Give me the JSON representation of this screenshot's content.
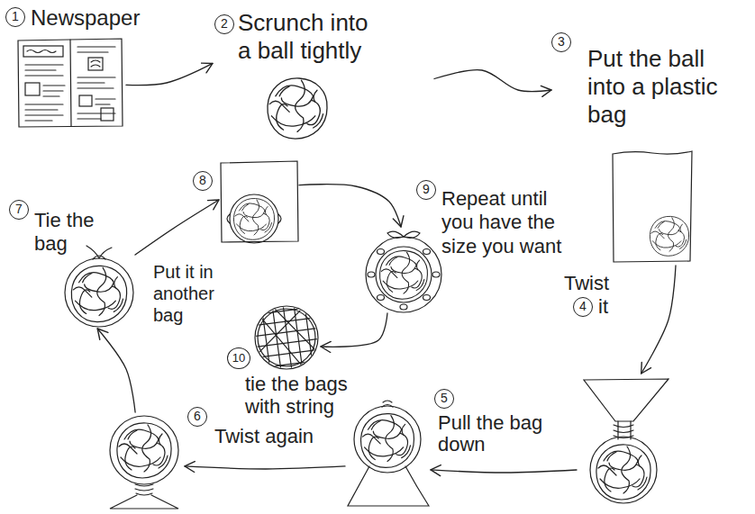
{
  "diagram": {
    "nodes": [
      {
        "text": [
          "1",
          "Newspaper"
        ]
      },
      {
        "text": [
          "2",
          "Scrunch into a ball tightly"
        ]
      },
      {
        "text": [
          "3",
          "Put the ball into a plastic bag"
        ]
      },
      {
        "text": [
          "Twist",
          "4",
          "it"
        ]
      },
      {
        "text": [
          "5",
          "Pull the bag down"
        ]
      },
      {
        "text": [
          "6",
          "Twist again"
        ]
      },
      {
        "text": [
          "7",
          "Tie the bag"
        ]
      },
      {
        "text": [
          "8",
          "Put it in another bag"
        ]
      },
      {
        "text": [
          "9",
          "Repeat until you have the size you want"
        ]
      },
      {
        "text": [
          "10",
          "tie the bags with string"
        ]
      }
    ],
    "edges": [
      {
        "from": 0,
        "to": 1,
        "arrow": "to"
      },
      {
        "from": 1,
        "to": 2,
        "arrow": "to"
      },
      {
        "from": 2,
        "to": 3,
        "arrow": "to"
      },
      {
        "from": 3,
        "to": 4,
        "arrow": "to"
      },
      {
        "from": 4,
        "to": 5,
        "arrow": "to"
      },
      {
        "from": 5,
        "to": 6,
        "arrow": "to"
      },
      {
        "from": 6,
        "to": 7,
        "arrow": "to"
      },
      {
        "from": 7,
        "to": 8,
        "arrow": "to"
      },
      {
        "from": 8,
        "to": 9,
        "arrow": "to"
      }
    ]
  }
}
